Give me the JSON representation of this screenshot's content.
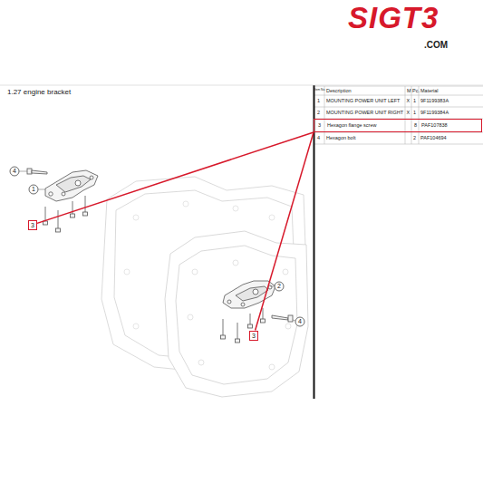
{
  "diagram": {
    "title": "1.27 engine bracket",
    "nodes": [
      {
        "text": [
          "3",
          "Hexagon flange screw",
          "8",
          "PAF107838"
        ]
      },
      {
        "text": [
          "3"
        ]
      },
      {
        "text": [
          "3"
        ]
      }
    ],
    "edges": [
      {
        "from": 0,
        "to": 1,
        "arrow": "none"
      },
      {
        "from": 0,
        "to": 2,
        "arrow": "none"
      }
    ],
    "labels": [
      "SIGT3",
      ".COM",
      "Item No.",
      "Description",
      "M",
      "Pc.",
      "Material",
      "1",
      "MOUNTING POWER UNIT LEFT",
      "X",
      "1",
      "9F1199383A",
      "2",
      "MOUNTING POWER UNIT RIGHT",
      "X",
      "1",
      "9F1199384A",
      "4",
      "Hexagon bolt",
      "2",
      "PAF104694",
      "4",
      "1",
      "2",
      "4"
    ]
  }
}
